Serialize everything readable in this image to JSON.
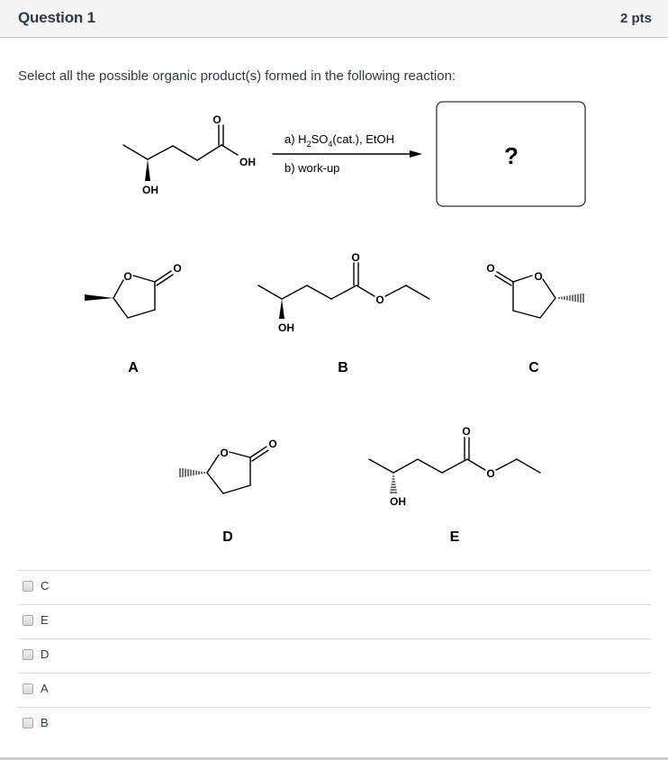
{
  "question": {
    "title": "Question 1",
    "points": "2 pts",
    "prompt": "Select all the possible organic product(s) formed in the following reaction:"
  },
  "reaction": {
    "starting_material_labels": {
      "carbonyl_o": "O",
      "acid_oh": "OH",
      "alcohol_oh": "OH"
    },
    "conditions": {
      "step_a_prefix": "a) H",
      "step_a_sub1": "2",
      "step_a_mid": "SO",
      "step_a_sub2": "4",
      "step_a_suffix": "(cat.), EtOH",
      "step_b": "b) work-up"
    },
    "product_placeholder": "?"
  },
  "structures": [
    {
      "id": "A",
      "label": "A",
      "type": "lactone",
      "stereo": "wedge"
    },
    {
      "id": "B",
      "label": "B",
      "type": "hydroxy-ester",
      "stereo": "wedge",
      "oh": "OH"
    },
    {
      "id": "C",
      "label": "C",
      "type": "lactone",
      "stereo": "hash"
    },
    {
      "id": "D",
      "label": "D",
      "type": "lactone",
      "stereo": "hash"
    },
    {
      "id": "E",
      "label": "E",
      "type": "hydroxy-ester",
      "stereo": "hash",
      "oh": "OH"
    }
  ],
  "atom_labels": {
    "o": "O",
    "oh": "OH"
  },
  "answers": [
    {
      "label": "C",
      "checked": false
    },
    {
      "label": "E",
      "checked": false
    },
    {
      "label": "D",
      "checked": false
    },
    {
      "label": "A",
      "checked": false
    },
    {
      "label": "B",
      "checked": false
    }
  ]
}
